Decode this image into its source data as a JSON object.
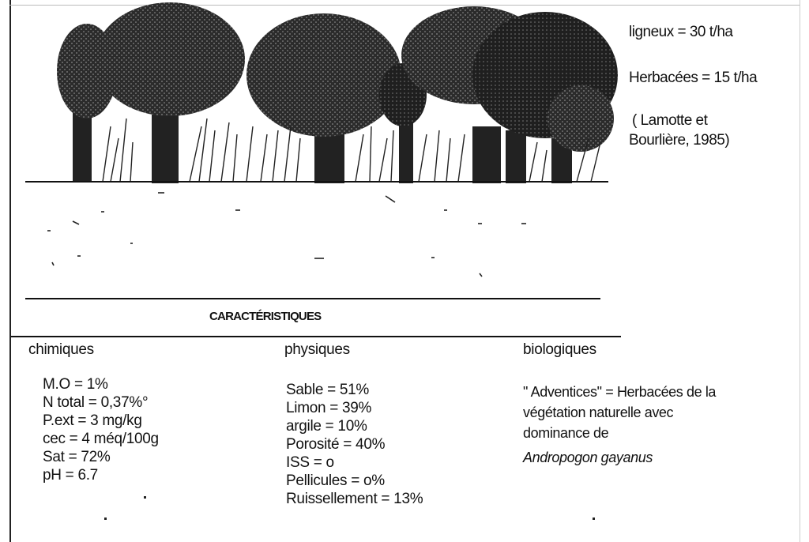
{
  "annotations": {
    "ligneux": "ligneux = 30 t/ha",
    "herbacees": "Herbacées = 15 t/ha",
    "citation_line1": "( Lamotte et",
    "citation_line2": "Bourlière, 1985)"
  },
  "section_title": "CARACTÉRISTIQUES",
  "columns": {
    "chimiques": {
      "title": "chimiques",
      "rows": [
        "M.O   =  1%",
        "N total = 0,37%°",
        "P.ext  = 3 mg/kg",
        "cec    = 4 méq/100g",
        "Sat     = 72%",
        "pH      = 6.7"
      ]
    },
    "physiques": {
      "title": "physiques",
      "rows": [
        "Sable = 51%",
        "Limon = 39%",
        "argile = 10%",
        "Porosité = 40%",
        "ISS =  o",
        "Pellicules = o%",
        "Ruissellement = 13%"
      ]
    },
    "biologiques": {
      "title": "biologiques",
      "lines": [
        "\" Adventices\" = Herbacées de la",
        "végétation naturelle avec",
        "dominance de"
      ],
      "species": "Andropogon gayanus"
    }
  },
  "colors": {
    "ink": "#111111",
    "canopy": "#2b2b2b",
    "canopy_light": "#6a6a6a"
  }
}
